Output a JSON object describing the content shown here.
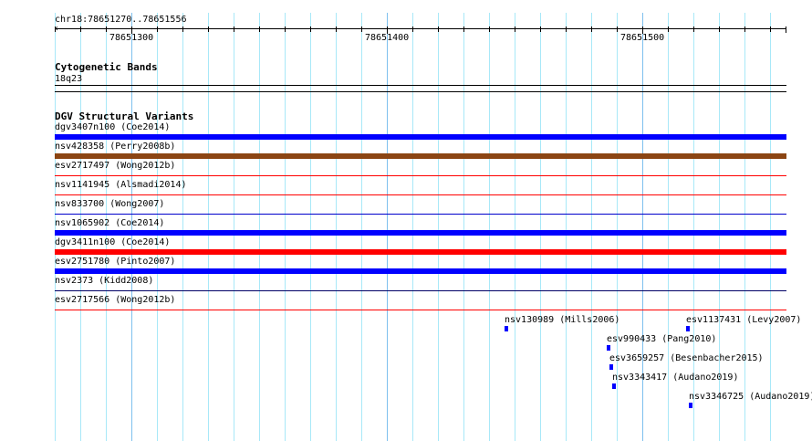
{
  "ruler": {
    "range_label": "chr18:78651270..78651556",
    "start": 78651270,
    "end": 78651556,
    "major_ticks": [
      78651300,
      78651400,
      78651500
    ],
    "major_labels": [
      "78651300",
      "78651400",
      "78651500"
    ]
  },
  "cytoband_track": {
    "title": "Cytogenetic Bands",
    "band": "18q23"
  },
  "dgv_track": {
    "title": "DGV Structural Variants",
    "full_rows": [
      {
        "label": "dgv3407n100 (Coe2014)",
        "style": "thick",
        "color": "#0000ff"
      },
      {
        "label": "nsv428358 (Perry2008b)",
        "style": "thick",
        "color": "#8b4513"
      },
      {
        "label": "esv2717497 (Wong2012b)",
        "style": "thin",
        "color": "#ff0000"
      },
      {
        "label": "nsv1141945 (Alsmadi2014)",
        "style": "thin",
        "color": "#ff0000"
      },
      {
        "label": "nsv833700 (Wong2007)",
        "style": "thin",
        "color": "#0000cc"
      },
      {
        "label": "nsv1065902 (Coe2014)",
        "style": "thick",
        "color": "#0000ff"
      },
      {
        "label": "dgv3411n100 (Coe2014)",
        "style": "thick",
        "color": "#ff0000"
      },
      {
        "label": "esv2751780 (Pinto2007)",
        "style": "thick",
        "color": "#0000ff"
      },
      {
        "label": "nsv2373 (Kidd2008)",
        "style": "thin",
        "color": "#000066"
      },
      {
        "label": "esv2717566 (Wong2012b)",
        "style": "thin",
        "color": "#ff0000"
      }
    ],
    "small_features": [
      {
        "label": "nsv130989 (Mills2006)",
        "start": 78651446,
        "end": 78651447,
        "row": 0
      },
      {
        "label": "esv1137431 (Levy2007)",
        "start": 78651517,
        "end": 78651518,
        "row": 0
      },
      {
        "label": "esv990433 (Pang2010)",
        "start": 78651486,
        "end": 78651487,
        "row": 1
      },
      {
        "label": "esv3659257 (Besenbacher2015)",
        "start": 78651487,
        "end": 78651488,
        "row": 2
      },
      {
        "label": "nsv3343417 (Audano2019)",
        "start": 78651488,
        "end": 78651489,
        "row": 3
      },
      {
        "label": "nsv3346725 (Audano2019)",
        "start": 78651518,
        "end": 78651519,
        "row": 4
      }
    ],
    "feature_color": "#0000ff"
  }
}
